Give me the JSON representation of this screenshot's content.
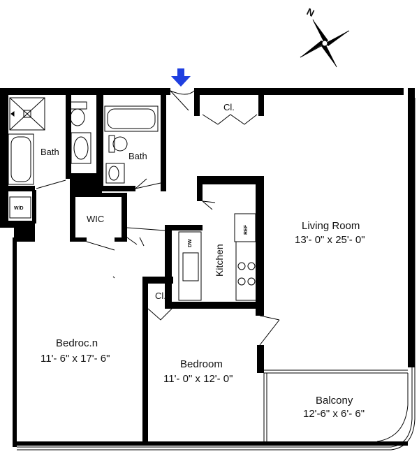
{
  "compass": {
    "label": "N"
  },
  "rooms": {
    "bath1": "Bath",
    "bath2": "Bath",
    "closet_entry": "Cl.",
    "wic": "WIC",
    "washer_dryer": "W/D",
    "kitchen": "Kitchen",
    "dishwasher": "DW",
    "fridge": "REF",
    "living": {
      "name": "Living Room",
      "dims": "13'- 0\" x 25'- 0\""
    },
    "closet_bedroom": "Cl.",
    "bedroom_main": {
      "name": "Bedroc.n",
      "dims": "11'- 6\" x 17'- 6\""
    },
    "bedroom_second": {
      "name": "Bedroom",
      "dims": "11'- 0\" x 12'- 0\""
    },
    "balcony": {
      "name": "Balcony",
      "dims": "12'-6\" x 6'- 6\""
    }
  },
  "colors": {
    "wall": "#000000",
    "entry_arrow": "#1f3fe0",
    "background": "#ffffff"
  },
  "icons": {
    "entry": "entry-arrow-icon",
    "compass": "north-compass-icon"
  }
}
